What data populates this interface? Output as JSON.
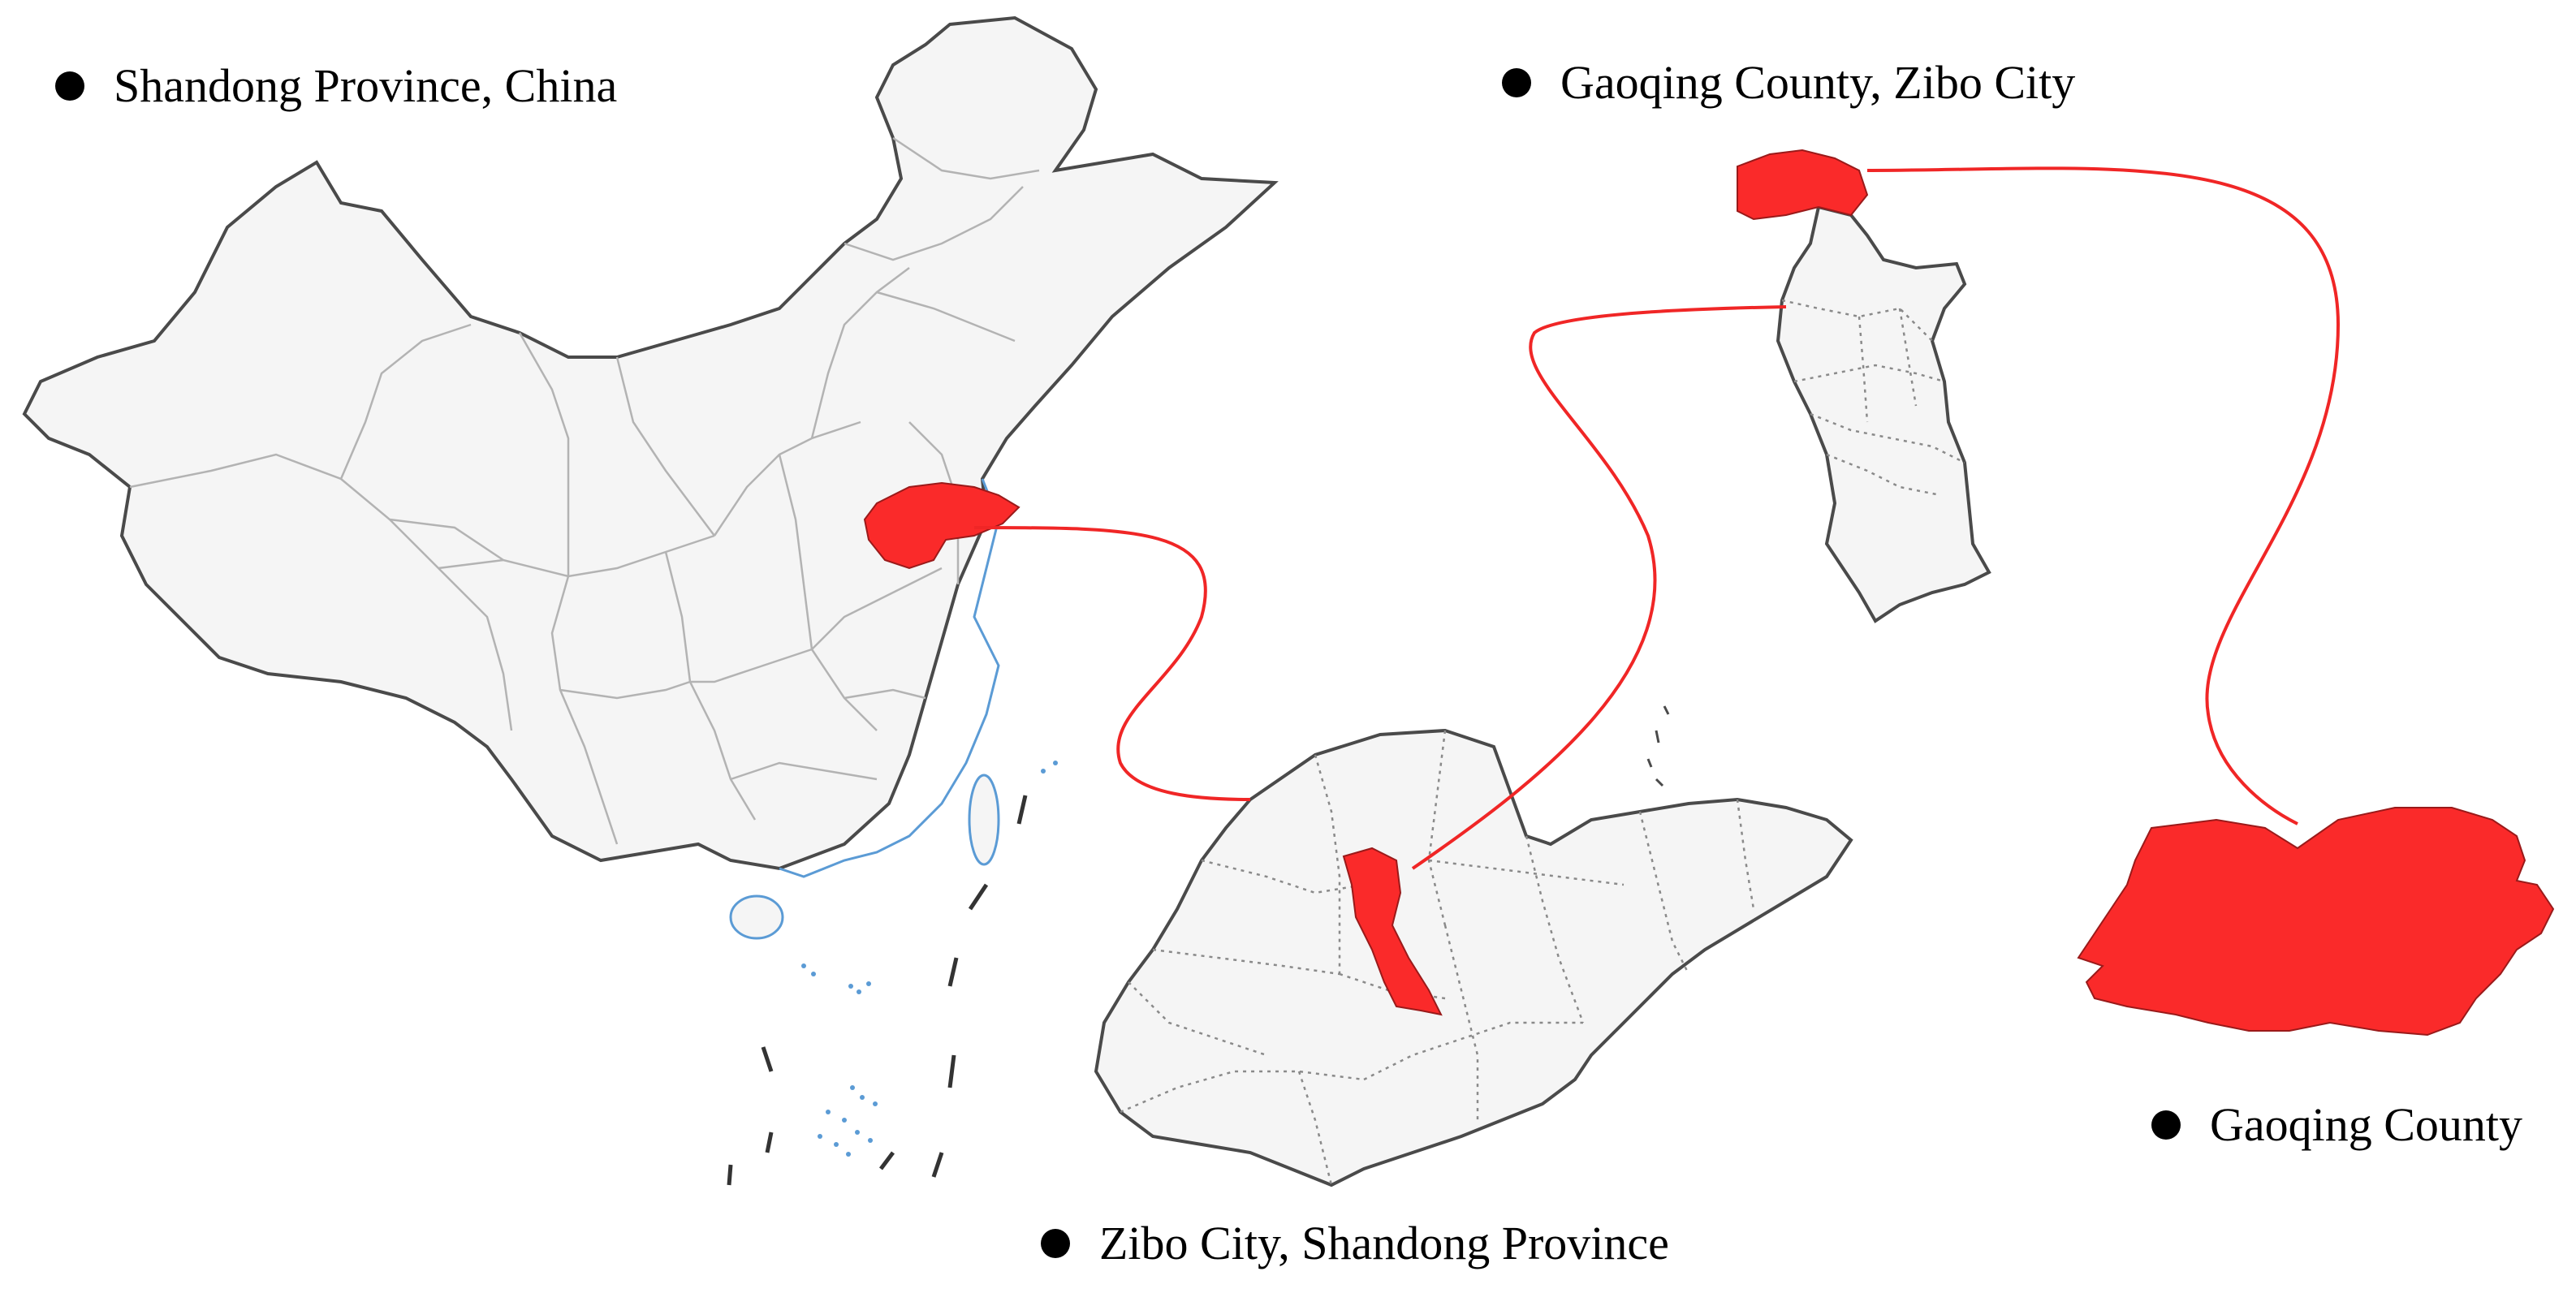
{
  "labels": {
    "china": "Shandong Province, China",
    "zibo_detail": "Gaoqing County, Zibo City",
    "shandong_detail": "Zibo City, Shandong Province",
    "gaoqing_detail": "Gaoqing County"
  },
  "colors": {
    "highlight": "#fa2a2a",
    "connector": "#f02626",
    "land": "#f5f5f5",
    "border": "#4a4a4a",
    "coast": "#5b9bd5"
  }
}
